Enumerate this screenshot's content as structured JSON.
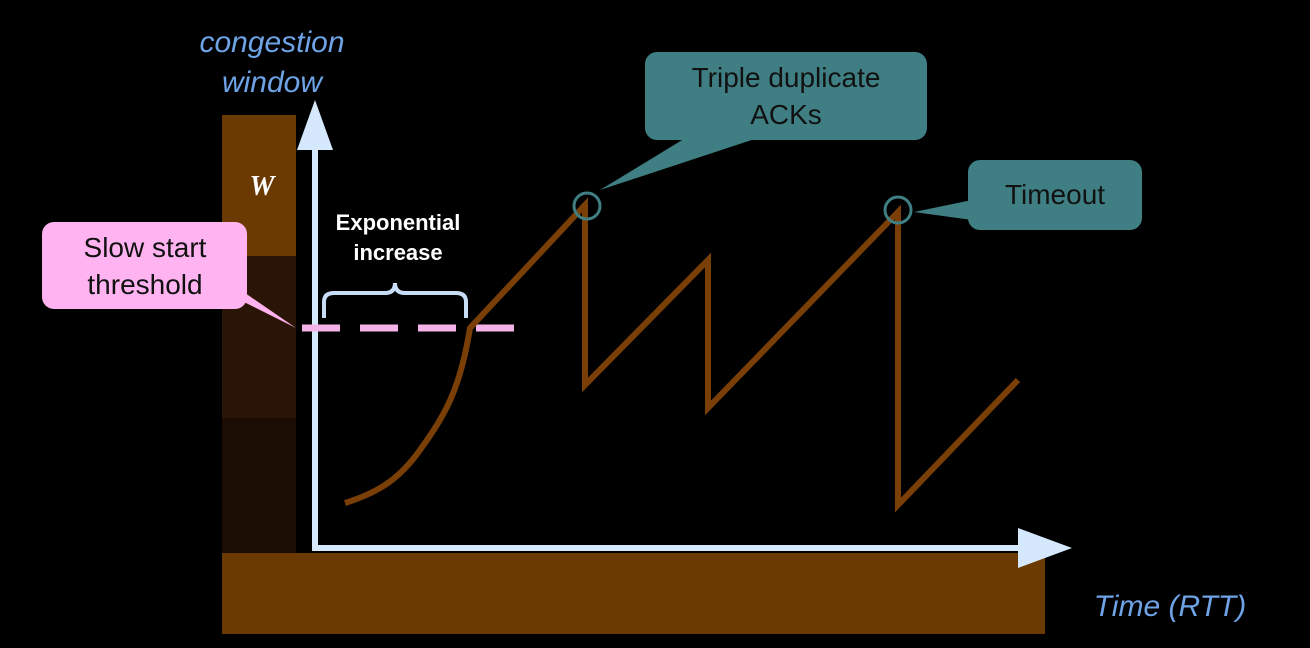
{
  "labels": {
    "y_axis_line1": "congestion",
    "y_axis_line2": "window",
    "x_axis": "Time (RTT)",
    "w_symbol": "W",
    "exponential_line1": "Exponential",
    "exponential_line2": "increase"
  },
  "callouts": {
    "slow_start_line1": "Slow start",
    "slow_start_line2": "threshold",
    "triple_dup_line1": "Triple duplicate",
    "triple_dup_line2": "ACKs",
    "timeout": "Timeout"
  },
  "colors": {
    "background": "#000000",
    "axis": "#d6e8fb",
    "axis_label": "#6ea3e6",
    "curve": "#7a3f06",
    "base_block": "#6b3a02",
    "window_block_top": "#6b3a02",
    "window_block_mid": "#2a1405",
    "window_block_low": "#1b0d04",
    "threshold_dash": "#f4b3e8",
    "slow_start_callout": "#ffb3f0",
    "event_callout": "#3f7f83",
    "brace": "#c8def7"
  }
}
